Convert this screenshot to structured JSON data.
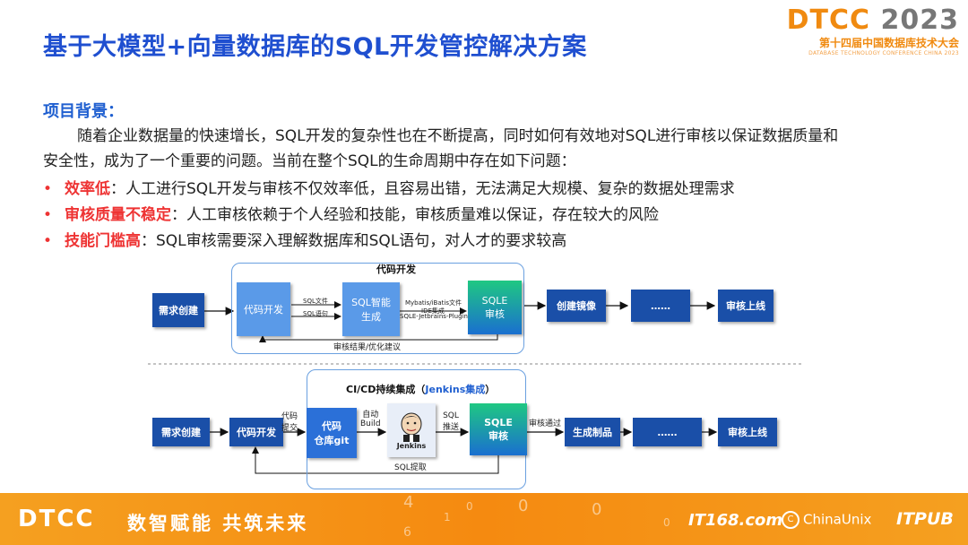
{
  "page": {
    "title": "基于大模型+向量数据库的SQL开发管控解决方案"
  },
  "logo": {
    "brand": "DTCC",
    "year": "2023",
    "subtitle": "第十四届中国数据库技术大会",
    "tagline": "DATABASE TECHNOLOGY CONFERENCE CHINA 2023"
  },
  "section": {
    "heading": "项目背景：",
    "paragraph_line1": "随着企业数据量的快速增长，SQL开发的复杂性也在不断提高，同时如何有效地对SQL进行审核以保证数据质量和",
    "paragraph_line2": "安全性，成为了一个重要的问题。当前在整个SQL的生命周期中存在如下问题：",
    "bullets": [
      {
        "key": "效率低",
        "text": "：人工进行SQL开发与审核不仅效率低，且容易出错，无法满足大规模、复杂的数据处理需求"
      },
      {
        "key": "审核质量不稳定",
        "text": "：人工审核依赖于个人经验和技能，审核质量难以保证，存在较大的风险"
      },
      {
        "key": "技能门槛高",
        "text": "：SQL审核需要深入理解数据库和SQL语句，对人才的要求较高"
      }
    ],
    "bullet_symbol": "•"
  },
  "diagram_top": {
    "group_title": "代码开发",
    "nodes": {
      "req": "需求创建",
      "dev": "代码开发",
      "gen": "SQL智能\n生成",
      "sqle": "SQLE\n审核",
      "mirror": "创建镜像",
      "dots": "……",
      "online": "审核上线"
    },
    "edge_labels": {
      "sql_doc": "SQL文件",
      "sql_stmt": "SQL语句",
      "mybatis": "Mybatis/iBatis文件",
      "ide": "IDE集成",
      "plugin": "SQLE-Jetbrains-Plugin",
      "feedback": "审核结果/优化建议"
    }
  },
  "diagram_bottom": {
    "group_title_a": "CI/CD持续集成（",
    "group_title_b": "Jenkins集成",
    "group_title_c": "）",
    "nodes": {
      "req": "需求创建",
      "dev": "代码开发",
      "repo": "代码\n仓库git",
      "jenkins": "Jenkins",
      "sqle": "SQLE\n审核",
      "artifact": "生成制品",
      "dots": "……",
      "online": "审核上线"
    },
    "edge_labels": {
      "commit": "代码\n提交",
      "build": "自动\nBuild",
      "push": "SQL\n推送",
      "pass": "审核通过",
      "fetch": "SQL提取"
    }
  },
  "footer": {
    "brand": "DTCC",
    "slogan": "数智赋能 共筑未来",
    "sponsor1": "IT168.com",
    "sponsor2": "ChinaUnix",
    "sponsor2_icon": "C",
    "sponsor3": "ITPUB"
  },
  "colors": {
    "title": "#1f4fd0",
    "accent": "#f08a10",
    "node": "#2b70d8",
    "warn": "#e33333",
    "frame": "#6aa0e0"
  }
}
